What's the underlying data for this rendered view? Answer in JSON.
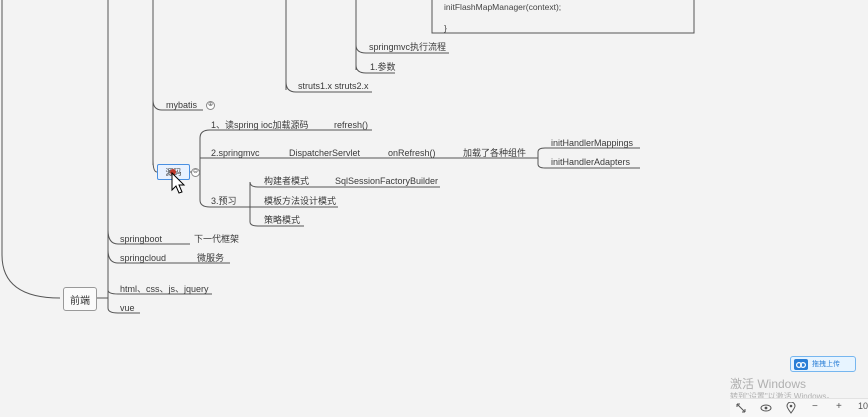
{
  "code_block": {
    "line1": "initFlashMapManager(context);",
    "line2": "}"
  },
  "nodes": {
    "springmvc_flow": "springmvc执行流程",
    "params": "1.参数",
    "struts": "struts1.x struts2.x",
    "mybatis": "mybatis",
    "mybatis_toggle": "⊕",
    "source": "源码",
    "source_toggle": "⊖",
    "step1": "1、读spring ioc加载源码",
    "refresh": "refresh()",
    "step2": "2.springmvc",
    "dispatcher": "DispatcherServlet",
    "onrefresh": "onRefresh()",
    "load_components": "加载了各种组件",
    "init_handler_mappings": "initHandlerMappings",
    "init_handler_adapters": "initHandlerAdapters",
    "step3": "3.预习",
    "builder_pattern": "构建者模式",
    "sql_factory_builder": "SqlSessionFactoryBuilder",
    "template_pattern": "模板方法设计模式",
    "strategy_pattern": "策略模式",
    "springboot": "springboot",
    "springboot_desc": "下一代框架",
    "springcloud": "springcloud",
    "springcloud_desc": "微服务",
    "frontend": "前端",
    "web_basics": "html、css、js、jquery",
    "vue": "vue"
  },
  "upload": {
    "label": "拖拽上传",
    "icon": "cloud-icon"
  },
  "watermark": {
    "title": "激活 Windows",
    "subtitle": "转到\"设置\"以激活 Windows。"
  },
  "toolbar": {
    "fit_icon": "expand-icon",
    "eye_icon": "eye-icon",
    "pin_icon": "location-icon",
    "zoom_out": "−",
    "zoom_in": "+",
    "zoom_level": "10"
  },
  "colors": {
    "background": "#f3f3f3",
    "line": "#555555",
    "selection": "#4a90e2",
    "upload_accent": "#2a7ed6"
  }
}
